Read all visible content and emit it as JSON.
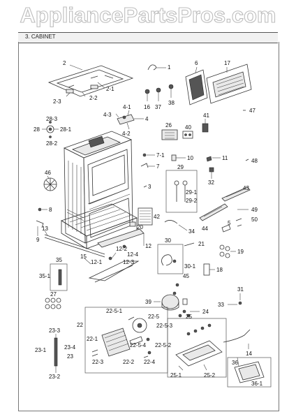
{
  "watermark": "AppliancePartsPros.com",
  "section_title": "3. CABINET",
  "parts": {
    "p1": "1",
    "p2": "2",
    "p2_1": "2-1",
    "p2_2": "2-2",
    "p2_3": "2-3",
    "p3": "3",
    "p4": "4",
    "p4_1": "4-1",
    "p4_2": "4-2",
    "p4_3": "4-3",
    "p5": "5",
    "p6": "6",
    "p7": "7",
    "p7_1": "7-1",
    "p8": "8",
    "p9": "9",
    "p10": "10",
    "p11": "11",
    "p12": "12",
    "p12_1": "12-1",
    "p12_2": "12-2",
    "p12_3": "12-3",
    "p12_4": "12-4",
    "p13": "13",
    "p14": "14",
    "p15": "15",
    "p16": "16",
    "p17": "17",
    "p18": "18",
    "p19": "19",
    "p20": "20",
    "p21": "21",
    "p22": "22",
    "p22_1": "22-1",
    "p22_2": "22-2",
    "p22_3": "22-3",
    "p22_4": "22-4",
    "p22_5": "22-5",
    "p22_5_1": "22-5-1",
    "p22_5_2": "22-5-2",
    "p22_5_3": "22-5-3",
    "p22_5_4": "22-5-4",
    "p23": "23",
    "p23_1": "23-1",
    "p23_2": "23-2",
    "p23_3": "23-3",
    "p23_4": "23-4",
    "p24": "24",
    "p25": "25",
    "p25_1": "25-1",
    "p25_2": "25-2",
    "p26": "26",
    "p27": "27",
    "p28": "28",
    "p28_1": "28-1",
    "p28_2": "28-2",
    "p28_3": "28-3",
    "p29": "29",
    "p29_1": "29-1",
    "p29_2": "29-2",
    "p30": "30",
    "p30_1": "30-1",
    "p31": "31",
    "p32": "32",
    "p33": "33",
    "p34": "34",
    "p35": "35",
    "p35_1": "35-1",
    "p36": "36",
    "p36_1": "36-1",
    "p37": "37",
    "p38": "38",
    "p39": "39",
    "p40": "40",
    "p41": "41",
    "p42": "42",
    "p43": "43",
    "p44": "44",
    "p45": "45",
    "p46": "46",
    "p47": "47",
    "p48": "48",
    "p49": "49",
    "p50": "50"
  }
}
